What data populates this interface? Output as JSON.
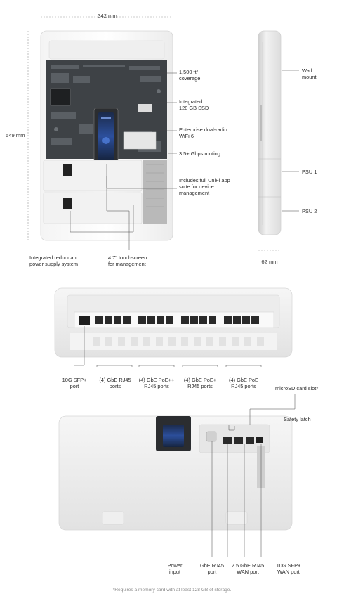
{
  "dimensions": {
    "width": "342 mm",
    "height": "549 mm",
    "depth": "62 mm"
  },
  "front_callouts": {
    "coverage": [
      "1,500 ft²",
      "coverage"
    ],
    "ssd": [
      "Integrated",
      "128 GB SSD"
    ],
    "wifi": [
      "Enterprise dual-radio",
      "WiFi 6"
    ],
    "routing": [
      "3.5+ Gbps routing"
    ],
    "app": [
      "Includes full UniFi app",
      "suite for device",
      "management"
    ],
    "psu_system": [
      "Integrated redundant",
      "power supply system"
    ],
    "touchscreen": [
      "4.7\" touchscreen",
      "for management"
    ]
  },
  "side_callouts": {
    "wall_mount": [
      "Wall",
      "mount"
    ],
    "psu1": "PSU 1",
    "psu2": "PSU 2"
  },
  "port_callouts": {
    "sfp": [
      "10G SFP+",
      "port"
    ],
    "rj45": [
      "(4) GbE RJ45",
      "ports"
    ],
    "poepp": [
      "(4) GbE PoE++",
      "RJ45 ports"
    ],
    "poep": [
      "(4) GbE PoE+",
      "RJ45 ports"
    ],
    "poe": [
      "(4) GbE PoE",
      "RJ45 ports"
    ]
  },
  "bottom_callouts": {
    "microsd": "microSD card slot*",
    "latch": "Safety latch",
    "power": [
      "Power",
      "input"
    ],
    "rj45": [
      "GbE RJ45",
      "port"
    ],
    "wan25": [
      "2.5 GbE RJ45",
      "WAN port"
    ],
    "wansfp": [
      "10G SFP+",
      "WAN port"
    ]
  },
  "footnote": "*Requires a memory card with at least 128 GB of storage."
}
